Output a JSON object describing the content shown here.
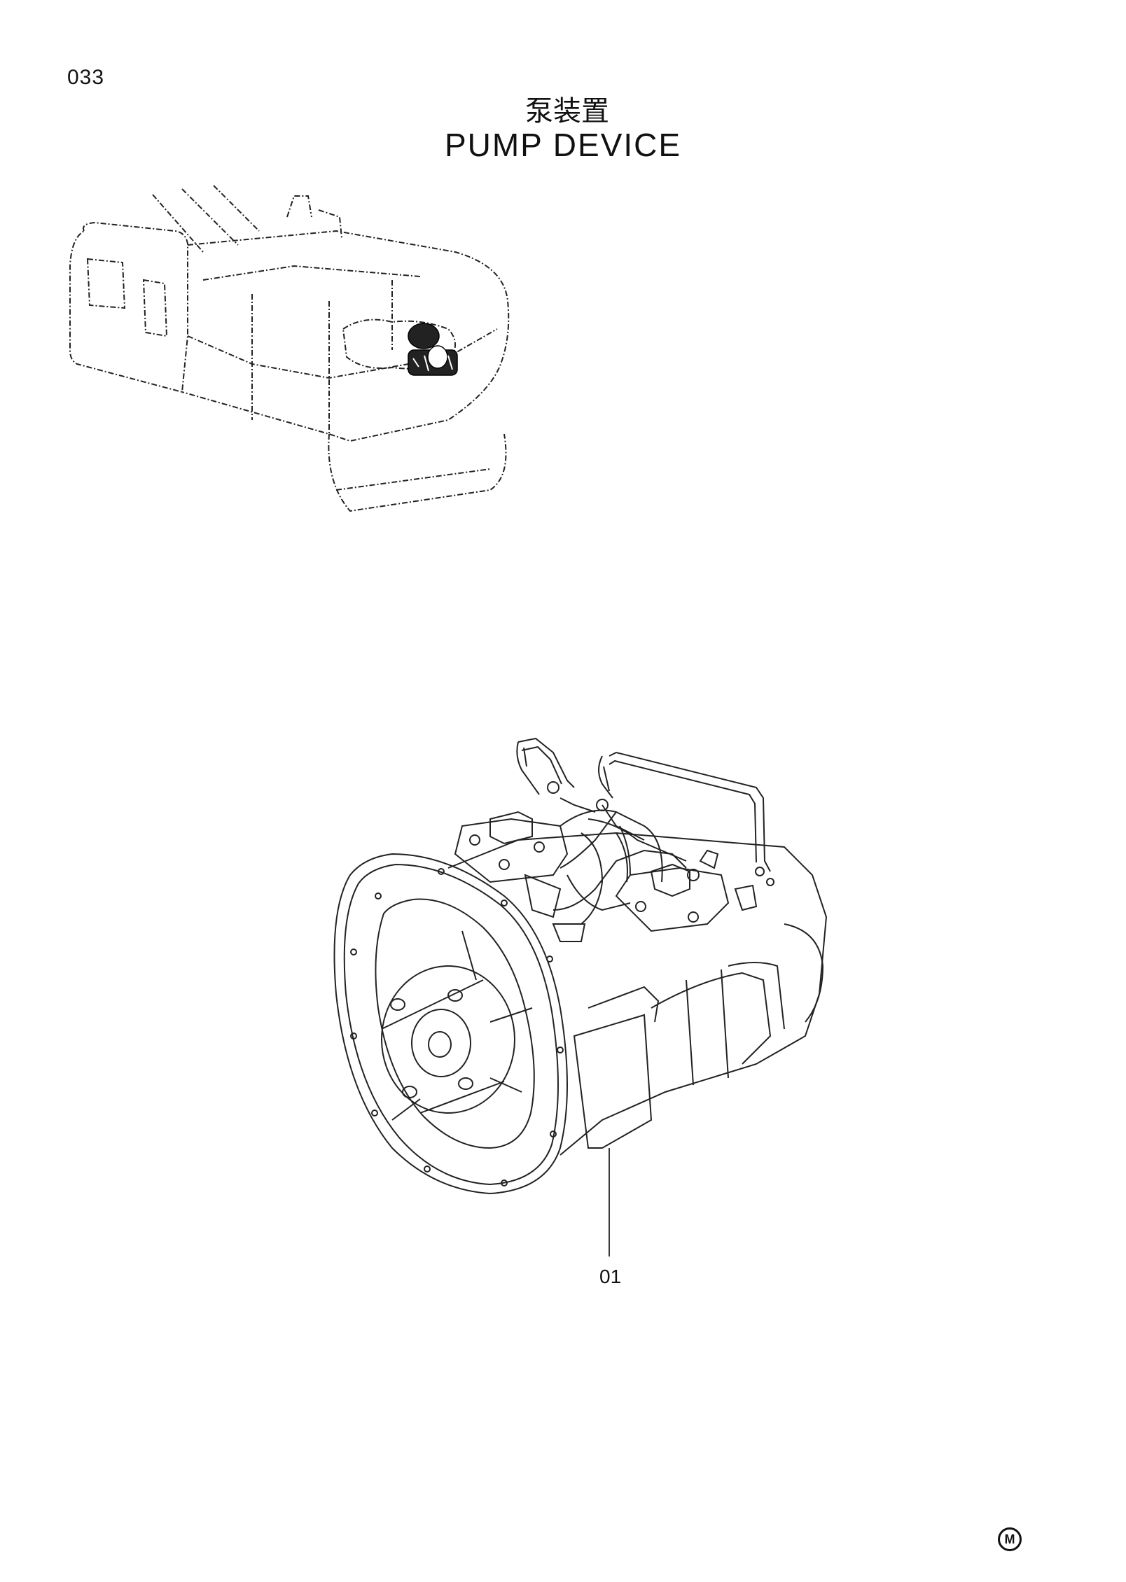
{
  "page": {
    "number": "033",
    "title_cn": "泵装置",
    "title_en": "PUMP DEVICE"
  },
  "parts": [
    {
      "ref": "01"
    }
  ],
  "footer": {
    "mark": "M"
  }
}
